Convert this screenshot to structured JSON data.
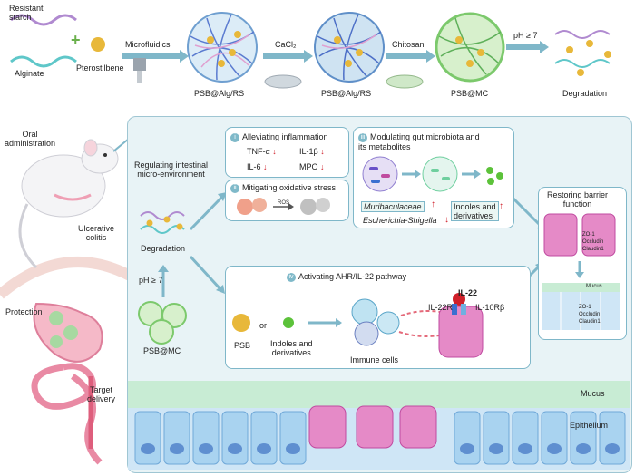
{
  "top": {
    "resistant_starch": "Resistant\nstarch",
    "alginate": "Alginate",
    "pterostilbene": "Pterostilbene",
    "microfluidics": "Microfluidics",
    "cacl2": "CaCl₂",
    "chitosan": "Chitosan",
    "ph": "pH ≥ 7",
    "stage1": "PSB@Alg/RS",
    "stage2": "PSB@Alg/RS",
    "stage3": "PSB@MC",
    "stage4": "Degradation"
  },
  "left": {
    "oral": "Oral\nadministration",
    "colitis": "Ulcerative\ncolitis",
    "protection": "Protection",
    "target": "Target\ndelivery"
  },
  "panel": {
    "regulating": "Regulating intestinal\nmicro-environment",
    "degradation": "Degradation",
    "ph": "pH ≥ 7",
    "psbmc": "PSB@MC",
    "box_i_num": "i",
    "box_i_title": "Alleviating inflammation",
    "tnf": "TNF-α",
    "il1b": "IL-1β",
    "il6": "IL-6",
    "mpo": "MPO",
    "box_ii_num": "ii",
    "box_ii_title": "Mitigating oxidative stress",
    "ros": "ROS",
    "box_iii_num": "iii",
    "box_iii_title": "Modulating gut microbiota and\nits metabolites",
    "muribaculaceae": "Muribaculaceae",
    "escherichia": "Escherichia-Shigella",
    "indoles": "Indoles and\nderivatives",
    "box_iv_num": "iv",
    "box_iv_title": "Activating AHR/IL-22 pathway",
    "psb": "PSB",
    "or": "or",
    "indoles2": "Indoles and\nderivatives",
    "immune": "Immune cells",
    "il22": "IL-22",
    "il22r": "IL-22R",
    "il10rb": "IL-10Rβ",
    "restoring": "Restoring barrier\nfunction",
    "zo1": "ZO-1",
    "occludin": "Occludin",
    "claudin": "Claudin1",
    "mucus_small": "Mucus",
    "zo1b": "ZO-1",
    "occludinb": "Occludin",
    "claudinb": "Claudin1",
    "mucus": "Mucus",
    "epithelium": "Epithelium"
  },
  "arrows": {
    "down": "↓",
    "up": "↑"
  },
  "colors": {
    "accent": "#7fb7c9",
    "panel_bg": "#e8f3f6",
    "red": "#d0202a",
    "gold": "#e8b83a",
    "green": "#5cc23a"
  }
}
